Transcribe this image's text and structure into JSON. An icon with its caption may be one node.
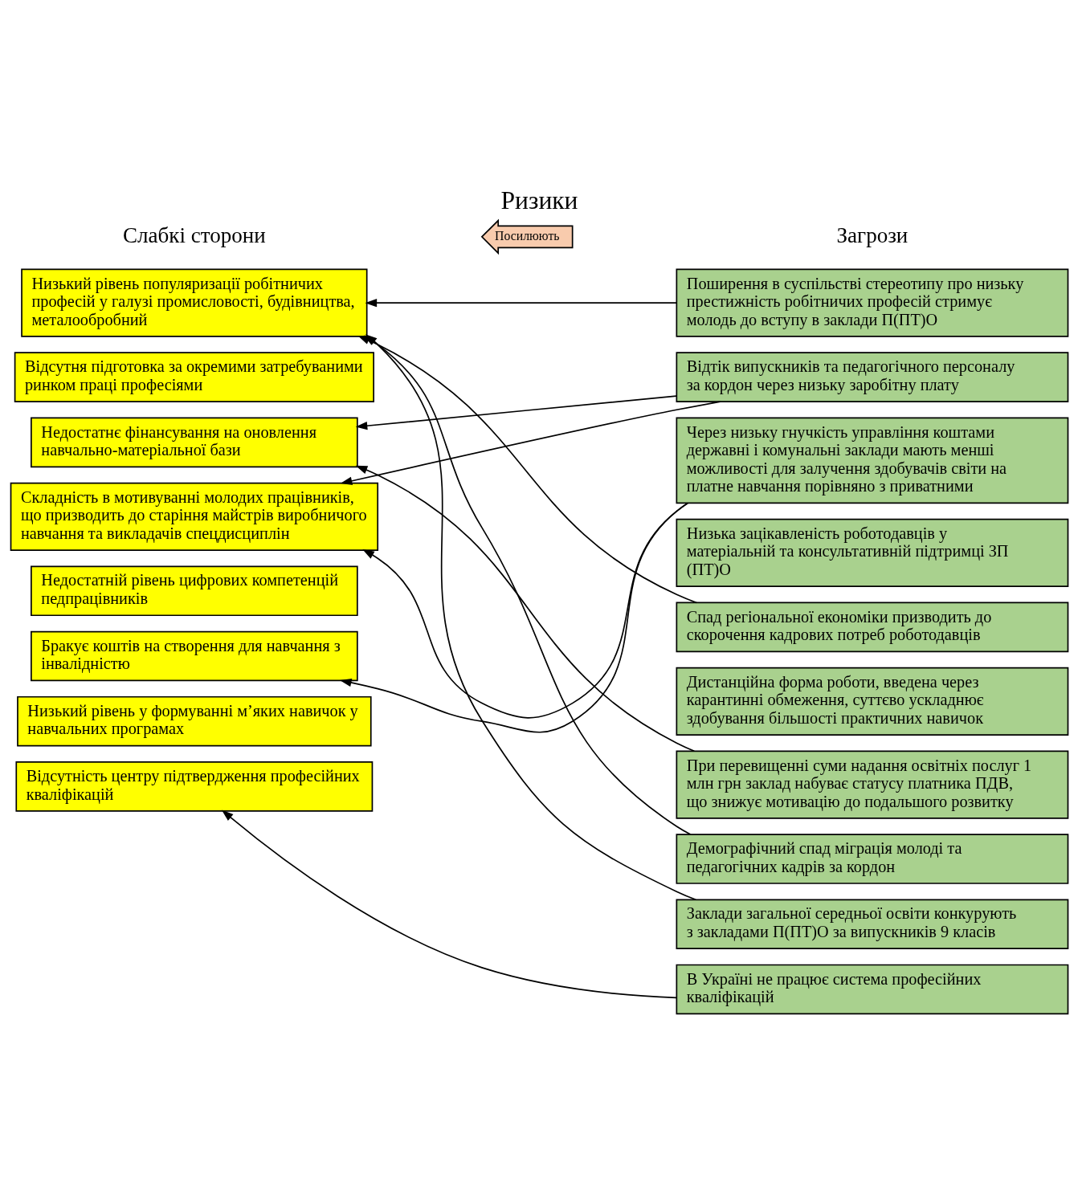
{
  "diagram": {
    "title": "Ризики",
    "nodes": [
      {
        "text": [
          "Посилюють"
        ]
      },
      {
        "text": [
          "Низький рівень популяризації робітничих професій у галузі промисловості, будівництва, металообробний"
        ]
      },
      {
        "text": [
          "Відсутня підготовка за окремими затребуваними ринком праці професіями"
        ]
      },
      {
        "text": [
          "Недостатнє фінансування на оновлення навчально-матеріальної бази"
        ]
      },
      {
        "text": [
          "Складність в мотивуванні молодих працівників, що призводить до старіння майстрів виробничого навчання та викладачів спецдисциплін"
        ]
      },
      {
        "text": [
          "Недостатній рівень цифрових компетенцій педпрацівників"
        ]
      },
      {
        "text": [
          "Бракує коштів на створення для навчання з інвалідністю"
        ]
      },
      {
        "text": [
          "Низький рівень у формуванні м’яких навичок у навчальних програмах"
        ]
      },
      {
        "text": [
          "Відсутність центру підтвердження професійних кваліфікацій"
        ]
      },
      {
        "text": [
          "Поширення в суспільстві стереотипу про низьку престижність робітничих професій стримує молодь до вступу в заклади П(ПТ)О"
        ]
      },
      {
        "text": [
          "Відтік випускників та педагогічного персоналу за кордон через низьку заробітну плату"
        ]
      },
      {
        "text": [
          "Через низьку гнучкість управління коштами державні і комунальні заклади мають менші можливості для залучення здобувачів світи на платне навчання порівняно з приватними"
        ]
      },
      {
        "text": [
          "Низька зацікавленість роботодавців у матеріальній та консультативній підтримці ЗП (ПТ)О"
        ]
      },
      {
        "text": [
          "Спад регіональної економіки призводить до скорочення кадрових потреб роботодавців"
        ]
      },
      {
        "text": [
          "Дистанційна форма роботи, введена через карантинні обмеження, суттєво ускладнює здобування більшості практичних навичок"
        ]
      },
      {
        "text": [
          "При перевищенні суми надання освітніх послуг 1 млн грн заклад набуває статусу платника ПДВ, що знижує мотивацію до подальшого розвитку"
        ]
      },
      {
        "text": [
          "Демографічний спад міграція молоді та педагогічних кадрів за кордон"
        ]
      },
      {
        "text": [
          "Заклади загальної середньої освіти конкурують з закладами П(ПТ)О за випускників 9 класів"
        ]
      },
      {
        "text": [
          "В Україні не працює система професійних кваліфікацій"
        ]
      }
    ],
    "edges": [
      {
        "from": 9,
        "to": 1,
        "arrow": "to"
      },
      {
        "from": 10,
        "to": 3,
        "arrow": "to"
      },
      {
        "from": 10,
        "to": 4,
        "arrow": "to"
      },
      {
        "from": 11,
        "to": 4,
        "arrow": "to"
      },
      {
        "from": 11,
        "to": 6,
        "arrow": "to"
      },
      {
        "from": 13,
        "to": 1,
        "arrow": "to"
      },
      {
        "from": 15,
        "to": 3,
        "arrow": "to"
      },
      {
        "from": 16,
        "to": 1,
        "arrow": "to"
      },
      {
        "from": 17,
        "to": 1,
        "arrow": "to"
      },
      {
        "from": 18,
        "to": 8,
        "arrow": "to"
      }
    ],
    "labels": [
      "Слабкі сторони",
      "Загрози"
    ]
  }
}
